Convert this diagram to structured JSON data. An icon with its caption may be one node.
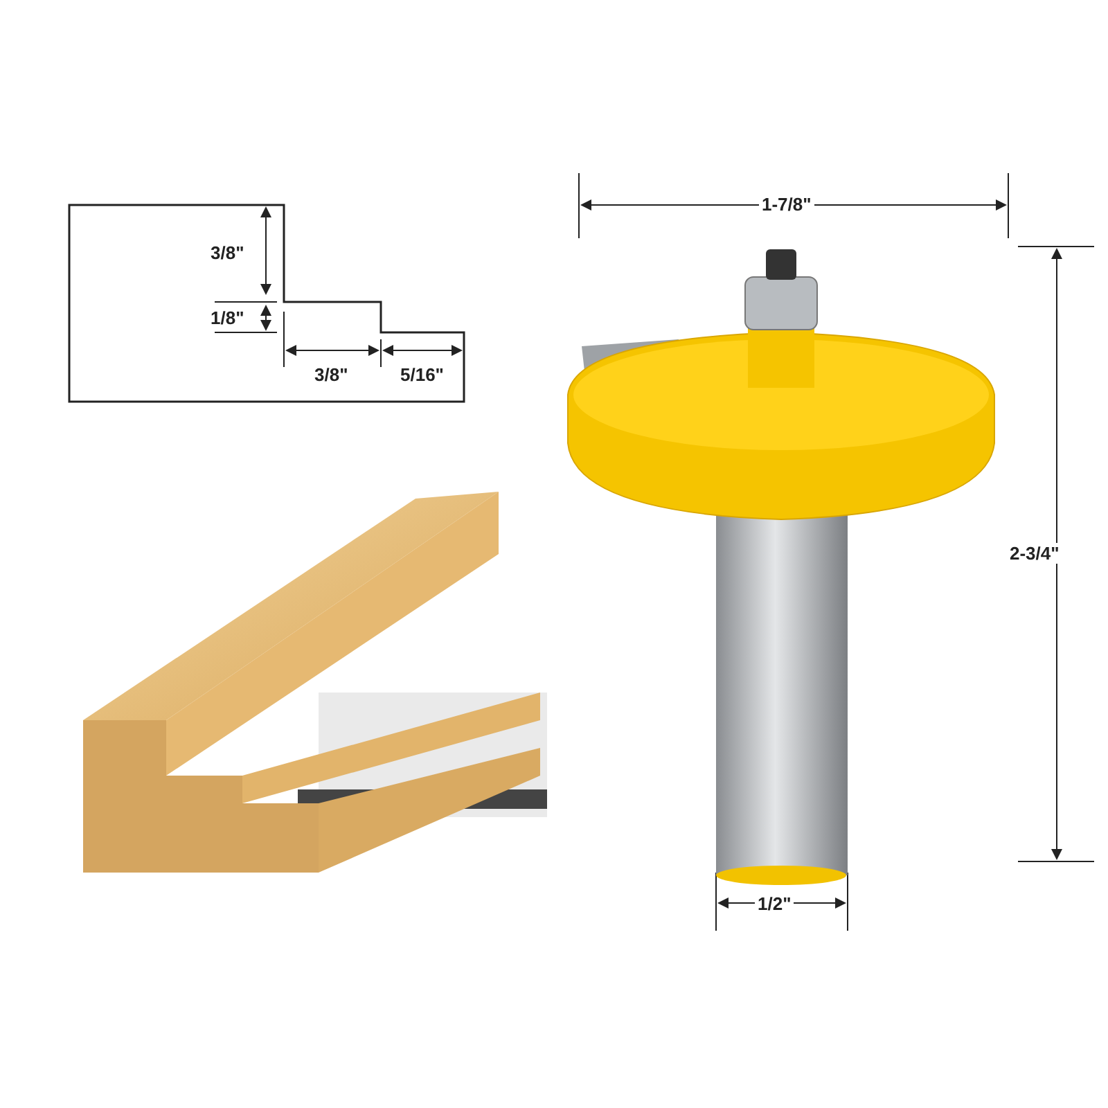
{
  "diagram": {
    "labels": [
      "3/8\"",
      "1/8\"",
      "3/8\"",
      "5/16\"",
      "1-7/8\"",
      "2-3/4\"",
      "1/2\""
    ]
  }
}
